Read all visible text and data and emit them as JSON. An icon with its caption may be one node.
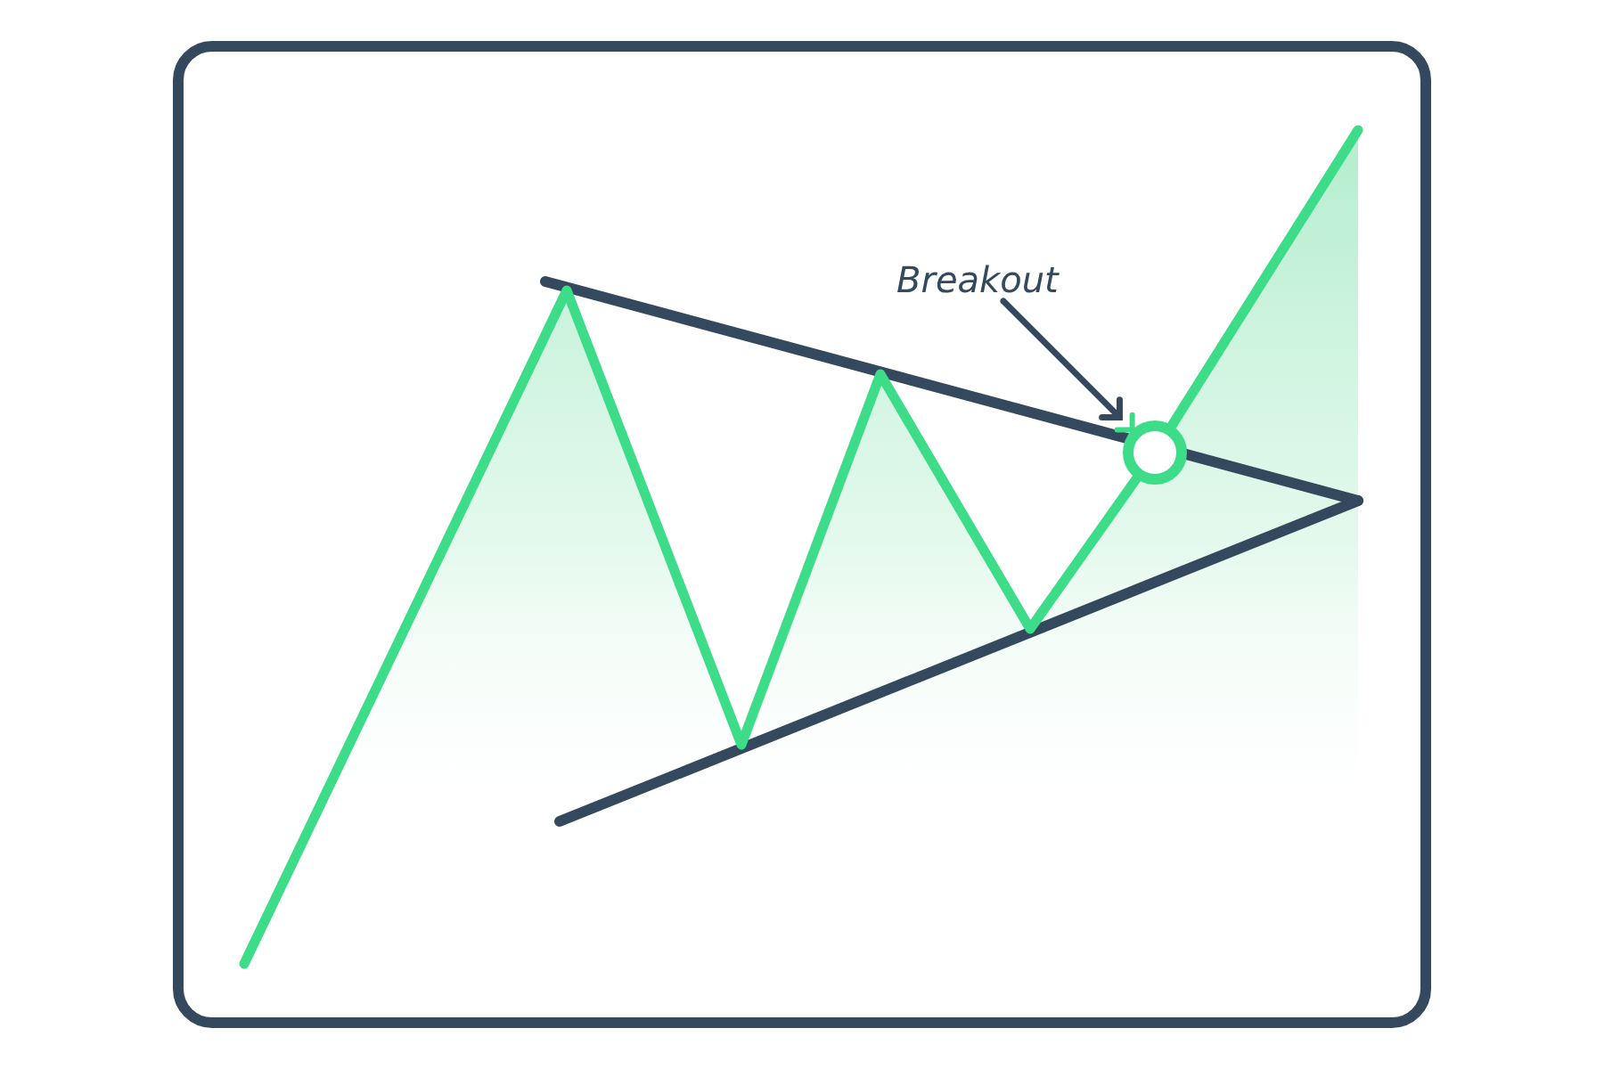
{
  "diagram": {
    "nodes": [
      {
        "text": [
          "Breakout"
        ]
      },
      {
        "text": [],
        "shape": "circle"
      }
    ],
    "edges": [
      {
        "from": 0,
        "to": 1,
        "arrow": "to"
      }
    ]
  }
}
